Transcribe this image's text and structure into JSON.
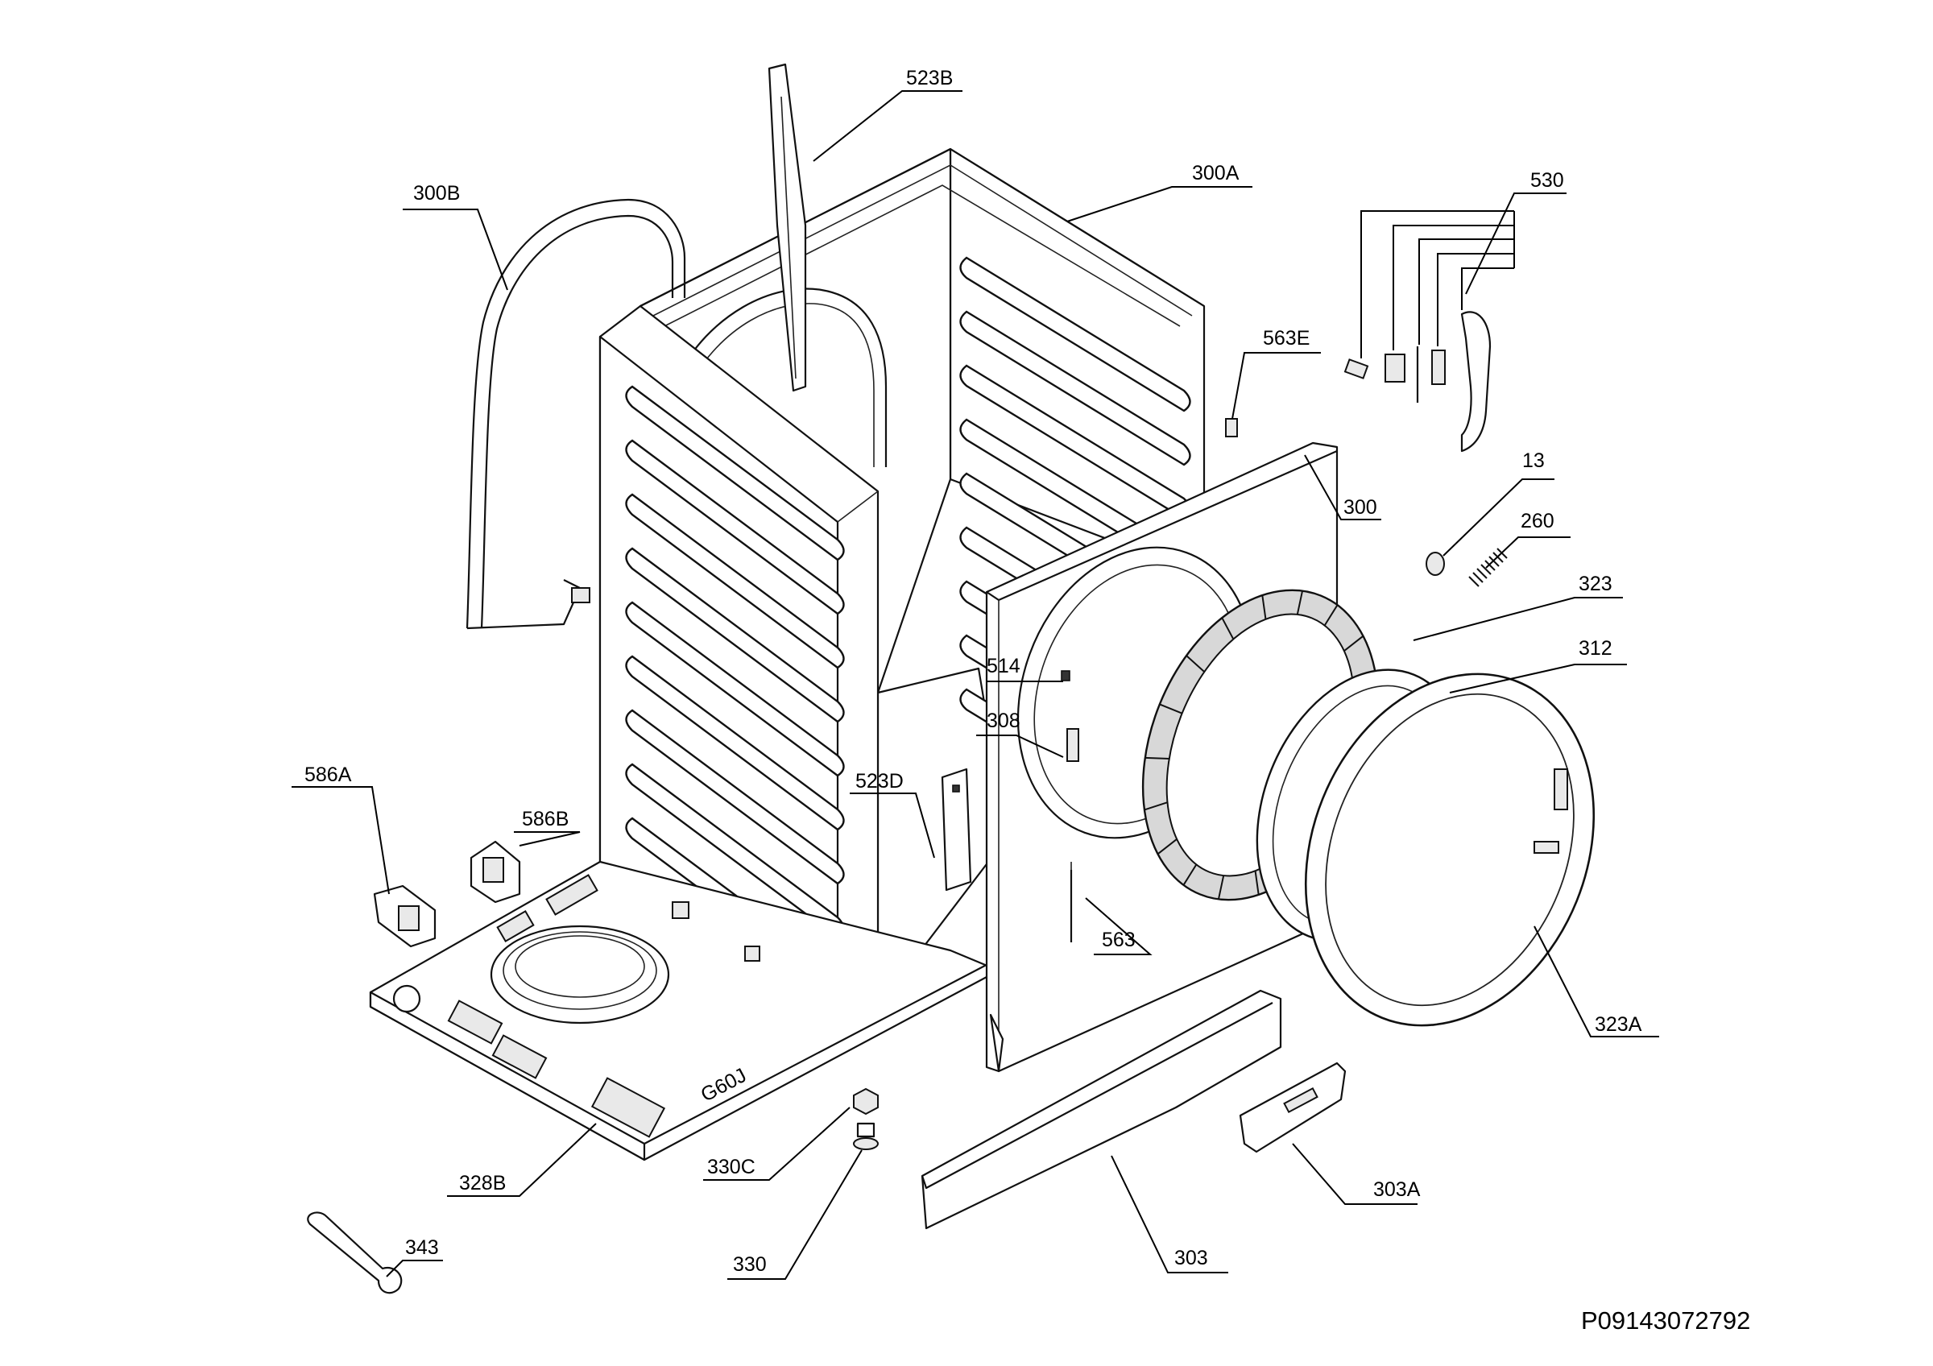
{
  "diagram": {
    "reference_code": "P09143072792",
    "cabinet_marking": "G60J",
    "parts": [
      {
        "id": "p523B",
        "label": "523B"
      },
      {
        "id": "p300A",
        "label": "300A"
      },
      {
        "id": "p300B",
        "label": "300B"
      },
      {
        "id": "p530",
        "label": "530"
      },
      {
        "id": "p563E",
        "label": "563E"
      },
      {
        "id": "p300",
        "label": "300"
      },
      {
        "id": "p13",
        "label": "13"
      },
      {
        "id": "p260",
        "label": "260"
      },
      {
        "id": "p323",
        "label": "323"
      },
      {
        "id": "p312",
        "label": "312"
      },
      {
        "id": "p514",
        "label": "514"
      },
      {
        "id": "p308",
        "label": "308"
      },
      {
        "id": "p586A",
        "label": "586A"
      },
      {
        "id": "p586B",
        "label": "586B"
      },
      {
        "id": "p523D",
        "label": "523D"
      },
      {
        "id": "p563",
        "label": "563"
      },
      {
        "id": "p323A",
        "label": "323A"
      },
      {
        "id": "p330C",
        "label": "330C"
      },
      {
        "id": "p328B",
        "label": "328B"
      },
      {
        "id": "p303A",
        "label": "303A"
      },
      {
        "id": "p330",
        "label": "330"
      },
      {
        "id": "p303",
        "label": "303"
      },
      {
        "id": "p343",
        "label": "343"
      }
    ]
  }
}
